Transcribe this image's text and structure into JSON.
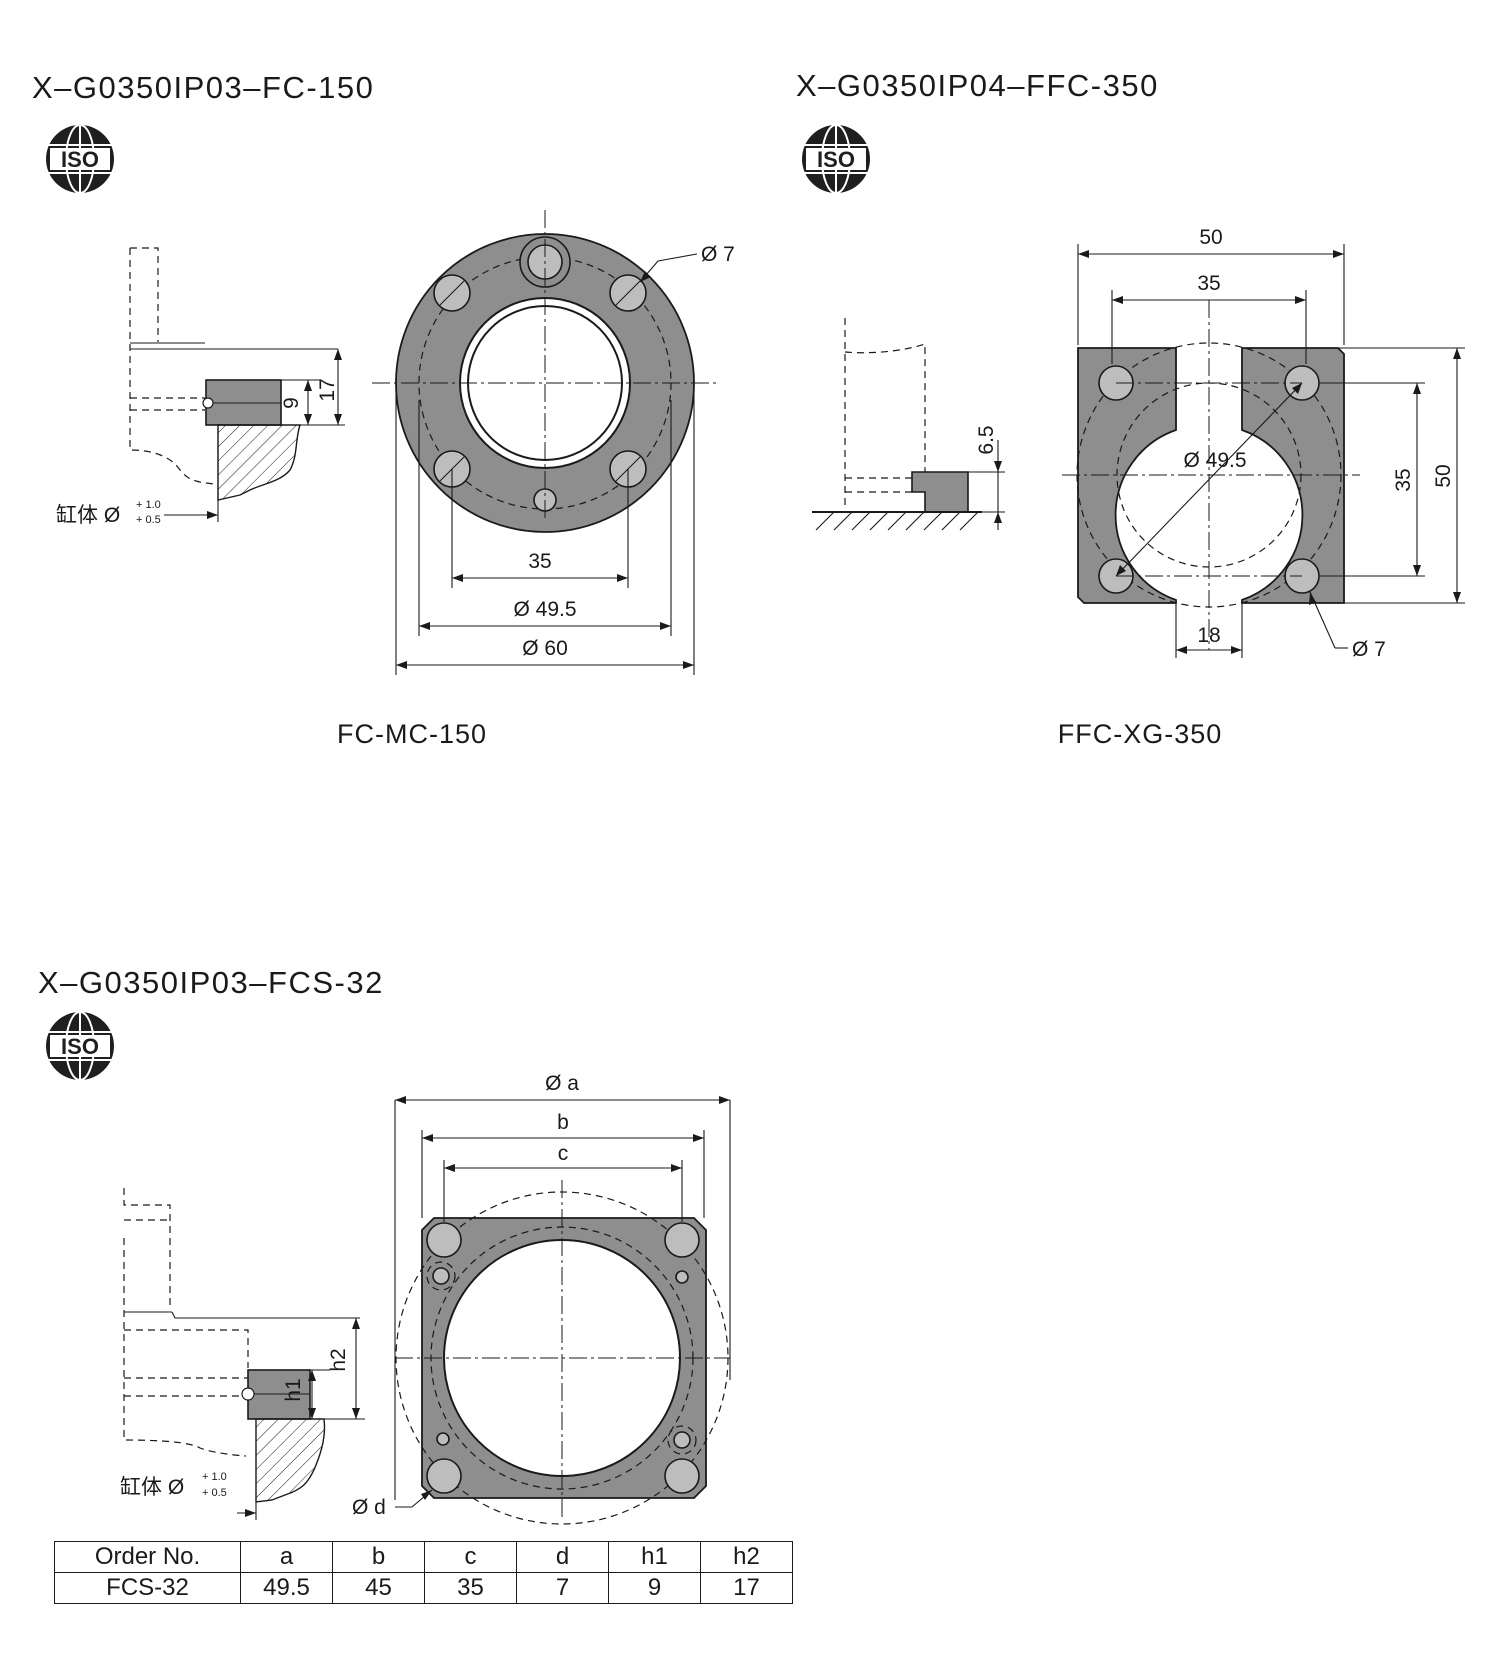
{
  "figure1": {
    "title": "X–G0350IP03–FC-150",
    "caption": "FC-MC-150",
    "side": {
      "bore_label": "缸体 Ø",
      "tol_upper": "+ 1.0",
      "tol_lower": "+ 0.5",
      "dim_h2": "17",
      "dim_h1": "9"
    },
    "front": {
      "hole_label": "Ø 7",
      "dim_inner": "35",
      "dim_pcd": "Ø 49.5",
      "dim_outer": "Ø 60"
    }
  },
  "figure2": {
    "title": "X–G0350IP04–FFC-350",
    "caption": "FFC-XG-350",
    "side": {
      "dim_h": "6.5"
    },
    "front": {
      "dim_width_outer": "50",
      "dim_width_inner": "35",
      "dim_pcd": "Ø 49.5",
      "dim_height_inner": "35",
      "dim_height_outer": "50",
      "dim_gap": "18",
      "hole_label": "Ø 7"
    }
  },
  "figure3": {
    "title": "X–G0350IP03–FCS-32",
    "side": {
      "bore_label": "缸体 Ø",
      "tol_upper": "+ 1.0",
      "tol_lower": "+ 0.5",
      "dim_h2": "h2",
      "dim_h1": "h1"
    },
    "front": {
      "dim_a": "Ø a",
      "dim_b": "b",
      "dim_c": "c",
      "hole_label": "Ø d"
    }
  },
  "iso_logo_text": "ISO",
  "table": {
    "headers": [
      "Order No.",
      "a",
      "b",
      "c",
      "d",
      "h1",
      "h2"
    ],
    "rows": [
      [
        "FCS-32",
        "49.5",
        "45",
        "35",
        "7",
        "9",
        "17"
      ]
    ]
  },
  "colors": {
    "part_fill": "#8e8e8e",
    "hole_fill": "#bdbdbd",
    "line": "#1a1a1a",
    "background": "#ffffff"
  }
}
